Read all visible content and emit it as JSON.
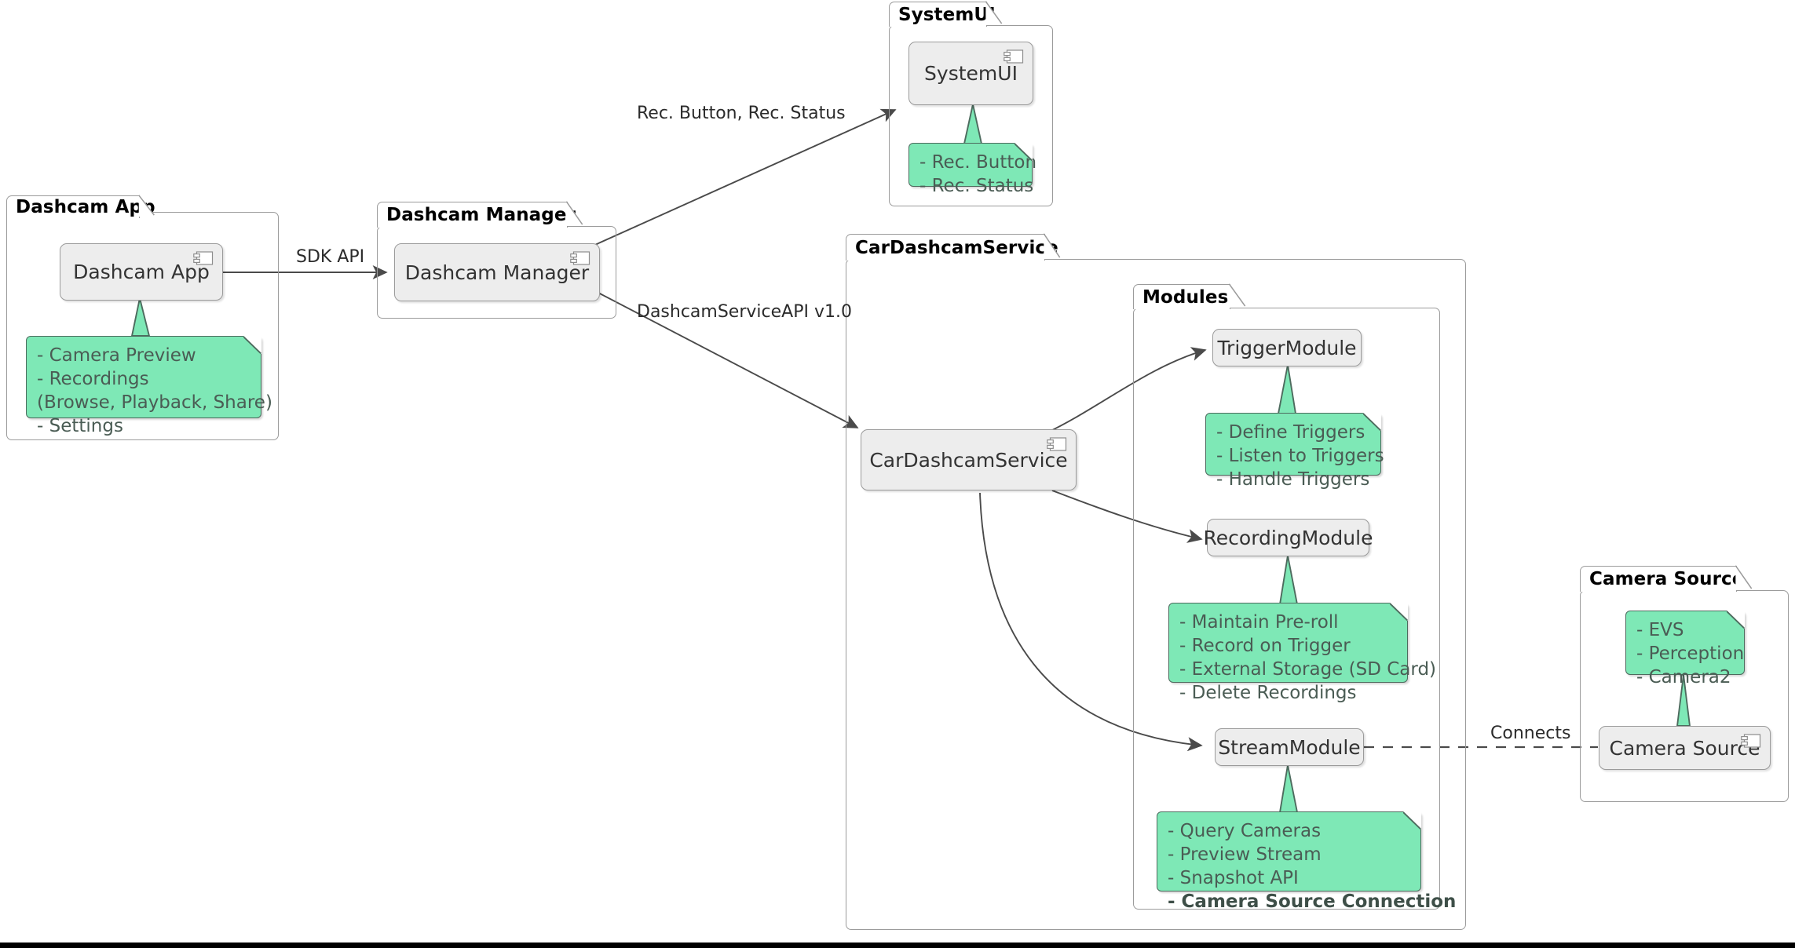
{
  "diagram": {
    "type": "uml-component-diagram",
    "background_color": "#ffffff",
    "note_fill": "#7ee8b6",
    "component_fill": "#ededed",
    "border_color": "#9b9b9b"
  },
  "packages": [
    {
      "name": "Dashcam App",
      "title": "Dashcam App"
    },
    {
      "name": "Dashcam Manager",
      "title": "Dashcam Manager"
    },
    {
      "name": "SystemUI",
      "title": "SystemUI"
    },
    {
      "name": "CarDashcamService",
      "title": "CarDashcamService"
    },
    {
      "name": "Modules",
      "title": "Modules"
    },
    {
      "name": "Camera Source",
      "title": "Camera Source"
    }
  ],
  "components": {
    "dashcam_app": {
      "label": "Dashcam App",
      "icon": "component-icon"
    },
    "dashcam_manager": {
      "label": "Dashcam Manager",
      "icon": "component-icon"
    },
    "system_ui": {
      "label": "SystemUI",
      "icon": "component-icon"
    },
    "car_dashcam_service": {
      "label": "CarDashcamService",
      "icon": "component-icon"
    },
    "trigger_module": {
      "label": "TriggerModule",
      "icon": "none"
    },
    "recording_module": {
      "label": "RecordingModule",
      "icon": "none"
    },
    "stream_module": {
      "label": "StreamModule",
      "icon": "none"
    },
    "camera_source": {
      "label": "Camera Source",
      "icon": "component-icon"
    }
  },
  "notes": {
    "dashcam_app": [
      "- Camera Preview",
      "- Recordings",
      "  (Browse, Playback, Share)",
      "- Settings"
    ],
    "system_ui": [
      "- Rec. Button",
      "- Rec. Status"
    ],
    "trigger_module": [
      "- Define Triggers",
      "- Listen to Triggers",
      "- Handle Triggers"
    ],
    "recording_module": [
      "- Maintain Pre-roll",
      "- Record on Trigger",
      "- External Storage (SD Card)",
      "- Delete Recordings"
    ],
    "stream_module": [
      "- Query Cameras",
      "- Preview Stream",
      "- Snapshot API",
      "- Camera Source Connection"
    ],
    "stream_module_bold_index": 3,
    "camera_source": [
      "- EVS",
      "- Perception",
      "- Camera2"
    ]
  },
  "edges": [
    {
      "name": "sdk-api-edge",
      "label": "SDK API",
      "from": "Dashcam App",
      "to": "Dashcam Manager",
      "style": "solid-arrow"
    },
    {
      "name": "rec-button-status-edge",
      "label": "Rec. Button, Rec. Status",
      "from": "Dashcam Manager",
      "to": "SystemUI",
      "style": "solid-arrow"
    },
    {
      "name": "dashcam-service-api-edge",
      "label": "DashcamServiceAPI v1.0",
      "from": "Dashcam Manager",
      "to": "CarDashcamService",
      "style": "solid-arrow"
    },
    {
      "name": "trigger-module-edge",
      "label": "",
      "from": "CarDashcamService",
      "to": "TriggerModule",
      "style": "solid-arrow"
    },
    {
      "name": "recording-module-edge",
      "label": "",
      "from": "CarDashcamService",
      "to": "RecordingModule",
      "style": "solid-arrow"
    },
    {
      "name": "stream-module-edge",
      "label": "",
      "from": "CarDashcamService",
      "to": "StreamModule",
      "style": "solid-arrow-curved"
    },
    {
      "name": "connects-edge",
      "label": "Connects",
      "from": "StreamModule",
      "to": "Camera Source",
      "style": "dashed"
    }
  ]
}
